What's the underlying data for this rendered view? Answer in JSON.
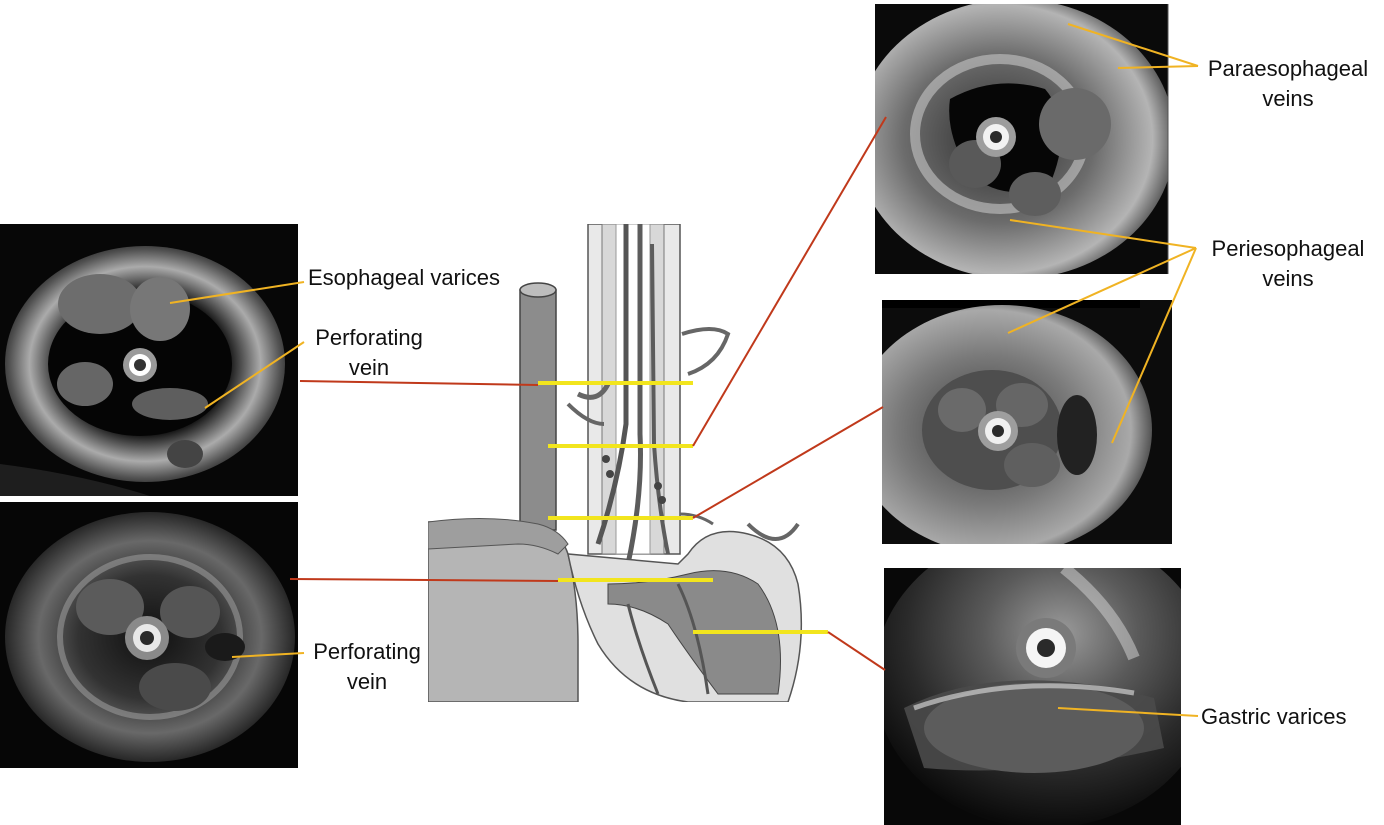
{
  "labels": {
    "esophageal_varices": "Esophageal varices",
    "perforating_vein_1_line1": "Perforating",
    "perforating_vein_1_line2": "vein",
    "perforating_vein_2_line1": "Perforating",
    "perforating_vein_2_line2": "vein",
    "paraesophageal_line1": "Paraesophageal",
    "paraesophageal_line2": "veins",
    "periesophageal_line1": "Periesophageal",
    "periesophageal_line2": "veins",
    "gastric_varices": "Gastric varices"
  },
  "colors": {
    "leader_orange": "#f0b323",
    "connector_red": "#c0391b",
    "level_yellow": "#f2e51d",
    "ultrasound_bg": "#050505"
  }
}
